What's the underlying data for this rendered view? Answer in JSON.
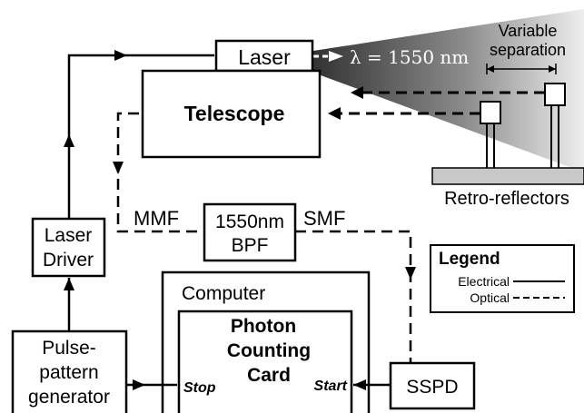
{
  "diagram": {
    "blocks": {
      "laser": "Laser",
      "telescope": "Telescope",
      "laser_driver_line1": "Laser",
      "laser_driver_line2": "Driver",
      "bpf_line1": "1550nm",
      "bpf_line2": "BPF",
      "computer": "Computer",
      "card_line1": "Photon",
      "card_line2": "Counting",
      "card_line3": "Card",
      "stop": "Stop",
      "start": "Start",
      "sspd": "SSPD",
      "ppg_line1": "Pulse-",
      "ppg_line2": "pattern",
      "ppg_line3": "generator"
    },
    "labels": {
      "wavelength": "λ = 1550 nm",
      "variable_line1": "Variable",
      "variable_line2": "separation",
      "retro": "Retro-reflectors",
      "mmf": "MMF",
      "smf": "SMF"
    },
    "legend": {
      "title": "Legend",
      "electrical": "Electrical",
      "optical": "Optical"
    },
    "colors": {
      "line": "#000000",
      "beam_dark": "#3a3a3a",
      "beam_light": "#ececec",
      "bench": "#c8c8c8",
      "wavelength_text": "#ffffff"
    }
  }
}
